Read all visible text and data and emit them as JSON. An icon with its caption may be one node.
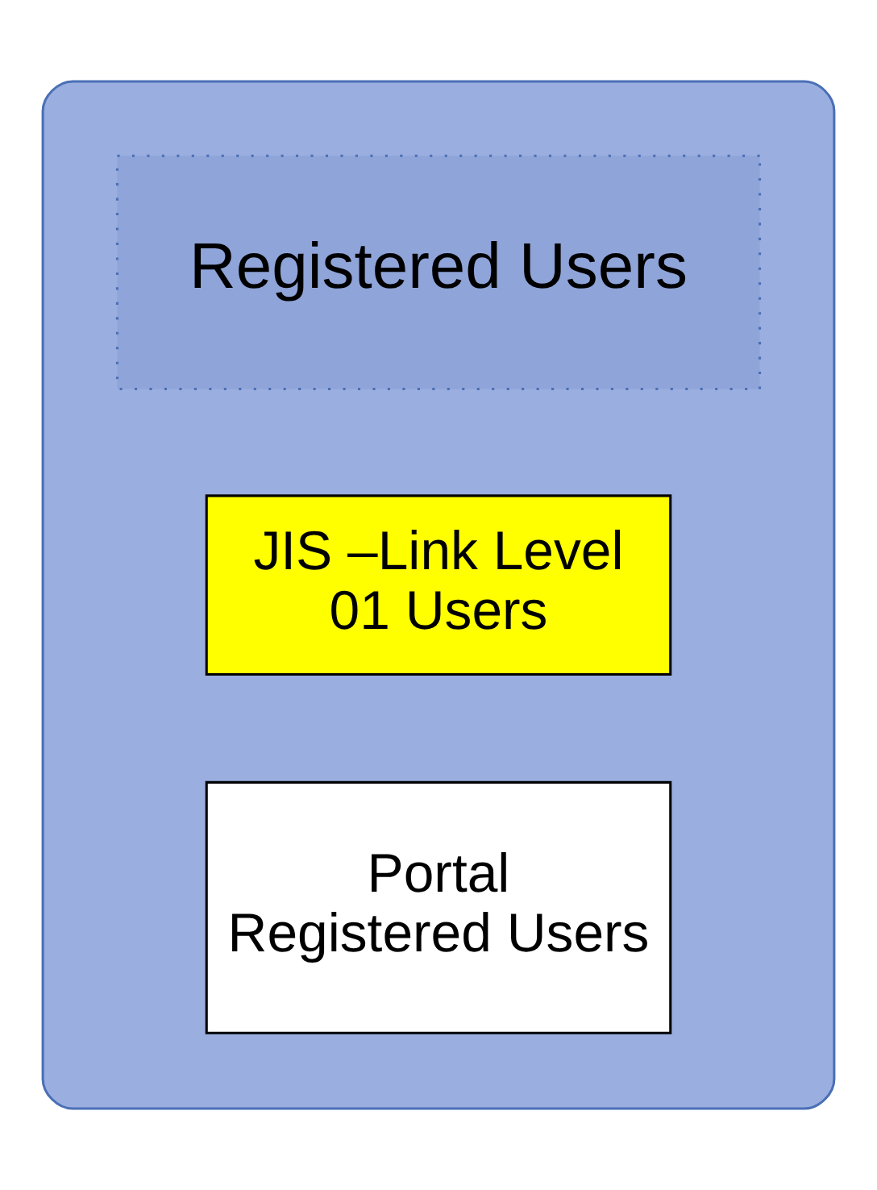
{
  "diagram": {
    "nodes": [
      {
        "text": [],
        "shape": "box"
      },
      {
        "text": [
          "Registered Users"
        ],
        "in": 0
      },
      {
        "text": [
          "JIS –Link Level 01 Users"
        ],
        "in": 0
      },
      {
        "text": [
          "Portal Registered Users"
        ],
        "in": 0
      }
    ],
    "edges": []
  }
}
